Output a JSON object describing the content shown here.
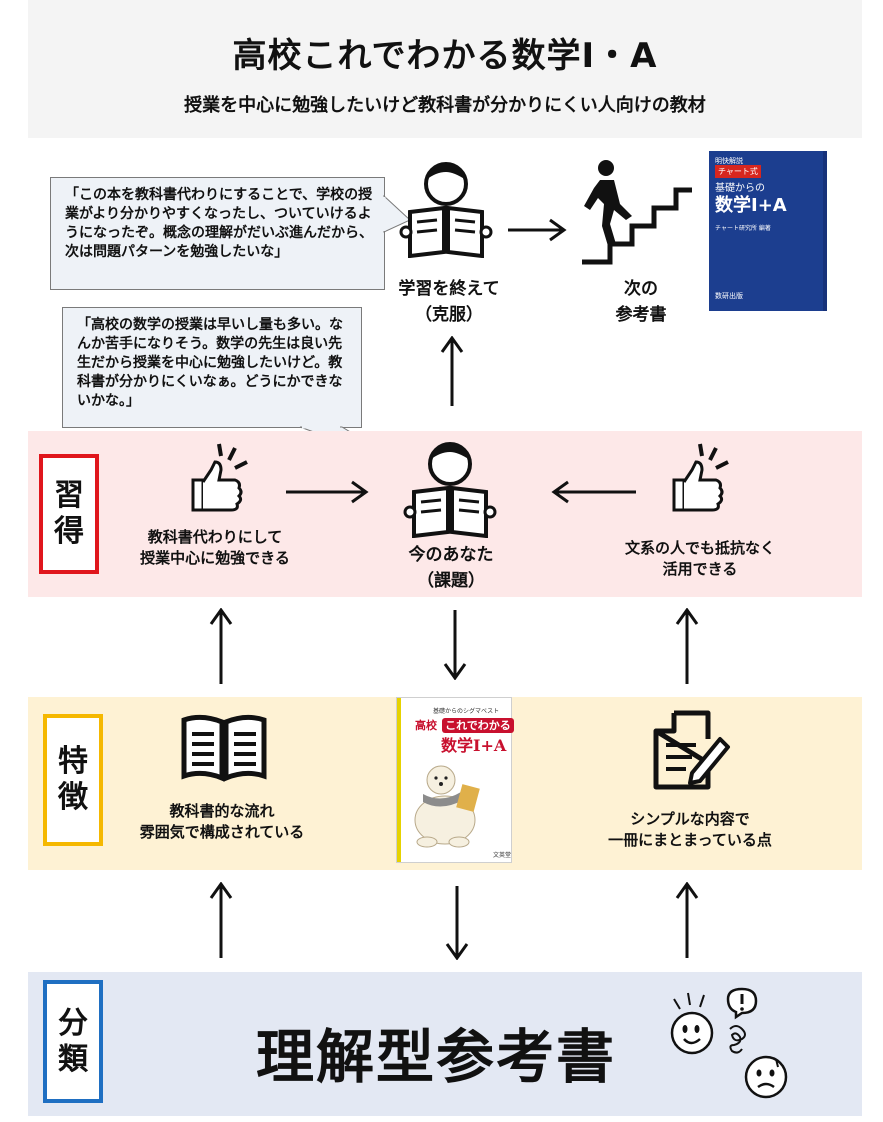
{
  "header": {
    "title": "高校これでわかる数学Ⅰ・A",
    "subtitle": "授業を中心に勉強したいけど教科書が分かりにくい人向けの教材"
  },
  "bubbles": {
    "after": "「この本を教科書代わりにすることで、学校の授業がより分かりやすくなったし、ついていけるようになったぞ。概念の理解がだいぶ進んだから、次は問題パターンを勉強したいな」",
    "now": "「高校の数学の授業は早いし量も多い。なんか苦手になりそう。数学の先生は良い先生だから授業を中心に勉強したいけど。教科書が分かりにくいなぁ。どうにかできないかな。」"
  },
  "top": {
    "after_label": [
      "学習を終えて",
      "（克服）"
    ],
    "next_label": [
      "次の",
      "参考書"
    ],
    "next_book": {
      "small": "明快解説",
      "badge": "チャート式",
      "series": "基礎からの",
      "title": "数学Ⅰ+A",
      "author": "チャート研究所 編著",
      "publisher": "数研出版"
    }
  },
  "acquire": {
    "tag": "習得",
    "left_label": [
      "教科書代わりにして",
      "授業中心に勉強できる"
    ],
    "center_label": [
      "今のあなた",
      "（課題）"
    ],
    "right_label": [
      "文系の人でも抵抗なく",
      "活用できる"
    ]
  },
  "features": {
    "tag": "特徴",
    "left_label": [
      "教科書的な流れ",
      "雰囲気で構成されている"
    ],
    "right_label": [
      "シンプルな内容で",
      "一冊にまとまっている点"
    ],
    "book": {
      "series": "基礎からのシグマベスト",
      "prefix": "高校",
      "badge": "これでわかる",
      "title": "数学Ⅰ+A",
      "publisher": "文英堂"
    }
  },
  "category": {
    "tag": "分類",
    "value": "理解型参考書"
  },
  "colors": {
    "acquire_border": "#e0161c",
    "features_border": "#f5b800",
    "category_border": "#1f6fc2",
    "acquire_band": "#fde8e8",
    "features_band": "#fef2d4",
    "category_band": "#e3e8f3"
  },
  "icons": [
    "reading-person-icon",
    "stairs-climber-icon",
    "thumbs-up-icon",
    "open-book-icon",
    "document-pen-icon",
    "arrow-icon",
    "faces-icon"
  ]
}
